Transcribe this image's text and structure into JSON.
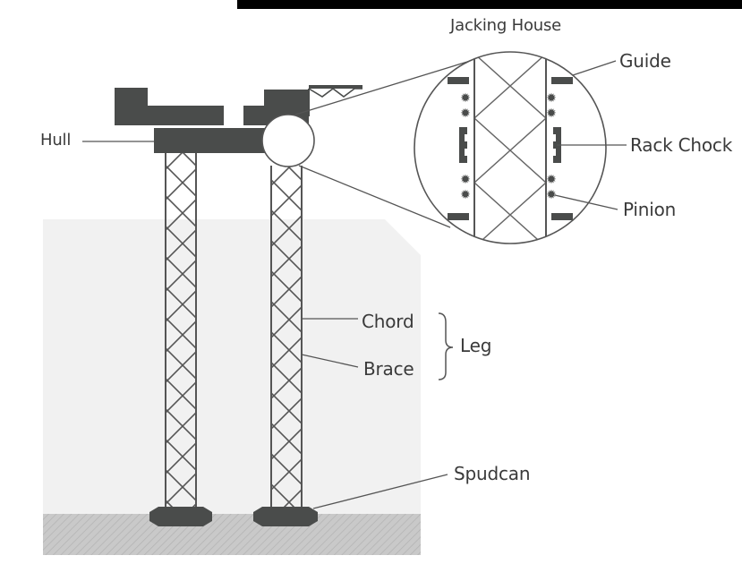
{
  "labels": {
    "jacking_house": "Jacking House",
    "guide": "Guide",
    "hull": "Hull",
    "rack_chock": "Rack Chock",
    "pinion": "Pinion",
    "chord": "Chord",
    "brace": "Brace",
    "leg": "Leg",
    "spudcan": "Spudcan"
  },
  "colors": {
    "structure": "#4a4c4b",
    "lattice": "#555555",
    "water": "#f1f1f1",
    "seabed": "#c9c9c9",
    "label_text": "#3a3a3a",
    "leader_line": "#555555",
    "top_bar": "#000000"
  }
}
